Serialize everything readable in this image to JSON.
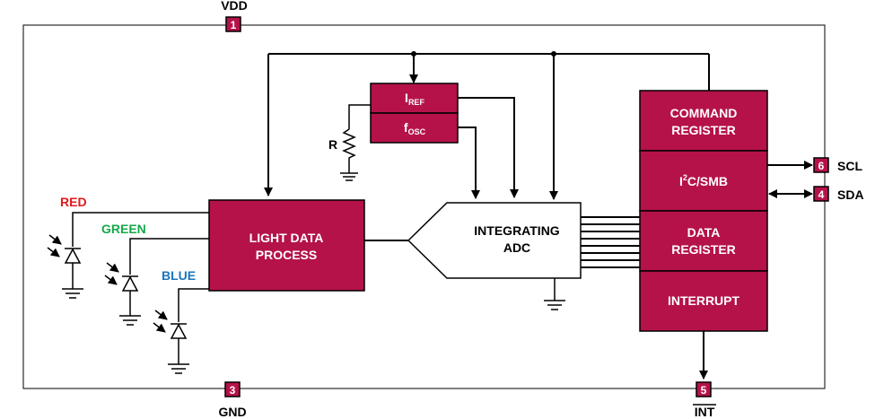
{
  "colors": {
    "block_fill": "#b5124a",
    "block_stroke": "#000000",
    "red_label": "#e0191b",
    "green_label": "#17a84a",
    "blue_label": "#1b75bb"
  },
  "pins": {
    "vdd": {
      "number": "1",
      "label": "VDD"
    },
    "gnd": {
      "number": "3",
      "label": "GND"
    },
    "int": {
      "number": "5",
      "label": "INT"
    },
    "scl": {
      "number": "6",
      "label": "SCL"
    },
    "sda": {
      "number": "4",
      "label": "SDA"
    }
  },
  "photodiodes": {
    "red": "RED",
    "green": "GREEN",
    "blue": "BLUE"
  },
  "blocks": {
    "light_data_process": [
      "LIGHT DATA",
      "PROCESS"
    ],
    "adc": [
      "INTEGRATING",
      "ADC"
    ],
    "iref": {
      "main": "I",
      "sub": "REF"
    },
    "fosc": {
      "main": "f",
      "sub": "OSC"
    },
    "resistor": "R",
    "command_register": [
      "COMMAND",
      "REGISTER"
    ],
    "i2c_smb": {
      "i": "I",
      "sup": "2",
      "rest": "C/SMB"
    },
    "data_register": [
      "DATA",
      "REGISTER"
    ],
    "interrupt": "INTERRUPT"
  }
}
